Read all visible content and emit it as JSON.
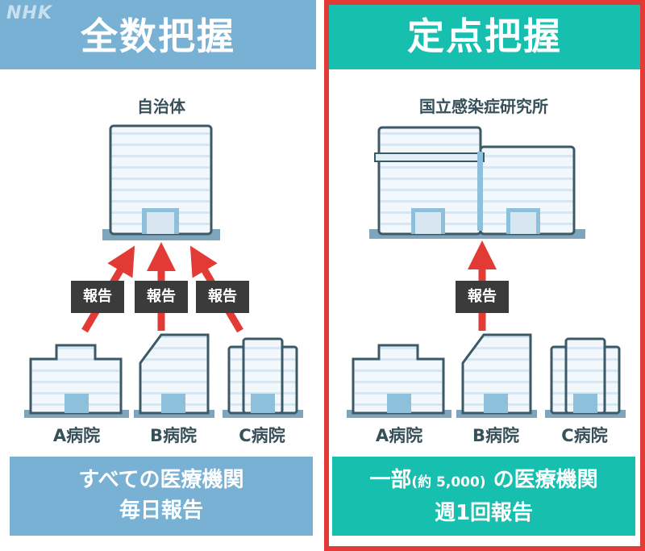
{
  "logo": "NHK",
  "left": {
    "title": "全数把握",
    "top_label": "自治体",
    "report_label": "報告",
    "hospitals": [
      "A病院",
      "B病院",
      "C病院"
    ],
    "summary_line1": "すべての医療機関",
    "summary_line2": "毎日報告"
  },
  "right": {
    "title": "定点把握",
    "top_label": "国立感染症研究所",
    "report_label": "報告",
    "hospitals": [
      "A病院",
      "B病院",
      "C病院"
    ],
    "summary_line1_a": "一部",
    "summary_line1_b": "(約 5,000)",
    "summary_line1_c": "の医療機関",
    "summary_line2": "週1回報告"
  },
  "colors": {
    "left_accent": "#78b1d3",
    "right_accent": "#16bfae",
    "highlight_border": "#e23b36",
    "arrow": "#e23b36"
  }
}
